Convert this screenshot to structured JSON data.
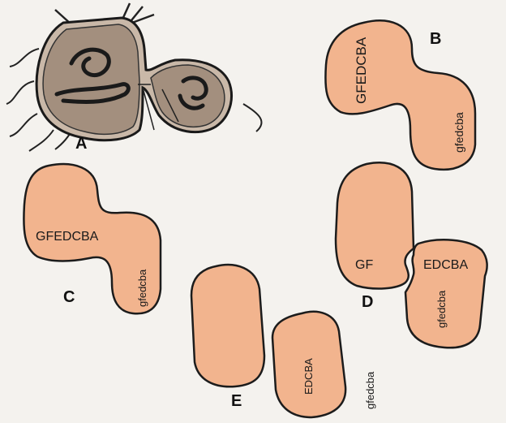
{
  "panels": {
    "a": {
      "label": "A"
    },
    "b": {
      "label": "B",
      "upper_text": "GFEDCBA",
      "lower_text": "gfedcba"
    },
    "c": {
      "label": "C",
      "upper_text": "GFEDCBA",
      "lower_text": "gfedcba"
    },
    "d": {
      "label": "D",
      "left_text": "GF",
      "right_text": "EDCBA",
      "lower_text": "gfedcba"
    },
    "e": {
      "label": "E",
      "middle_text": "EDCBA",
      "side_text": "gfedcba"
    }
  },
  "colors": {
    "cell_fill": "#f2b48e",
    "outline": "#1c1c1c",
    "background": "#f4f2ee"
  }
}
